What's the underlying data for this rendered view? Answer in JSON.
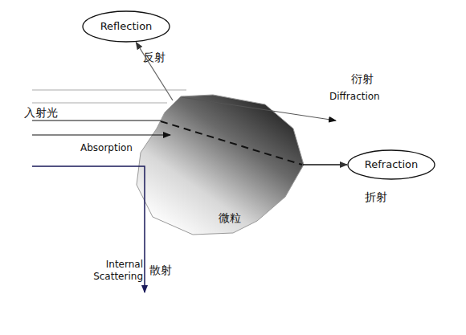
{
  "diagram": {
    "nodes": [
      {
        "text": [
          "Reflection",
          "反射"
        ]
      },
      {
        "text": [
          "微粒"
        ]
      },
      {
        "text": [
          "Refraction",
          "折射"
        ]
      }
    ],
    "edges": [
      {
        "from": 1,
        "to": 0,
        "arrow": "to"
      },
      {
        "from": 1,
        "to": 2,
        "arrow": "to"
      }
    ],
    "labels": [
      "衍射",
      "Diffraction",
      "入射光",
      "Absorption",
      "Internal Scattering",
      "散射"
    ]
  }
}
